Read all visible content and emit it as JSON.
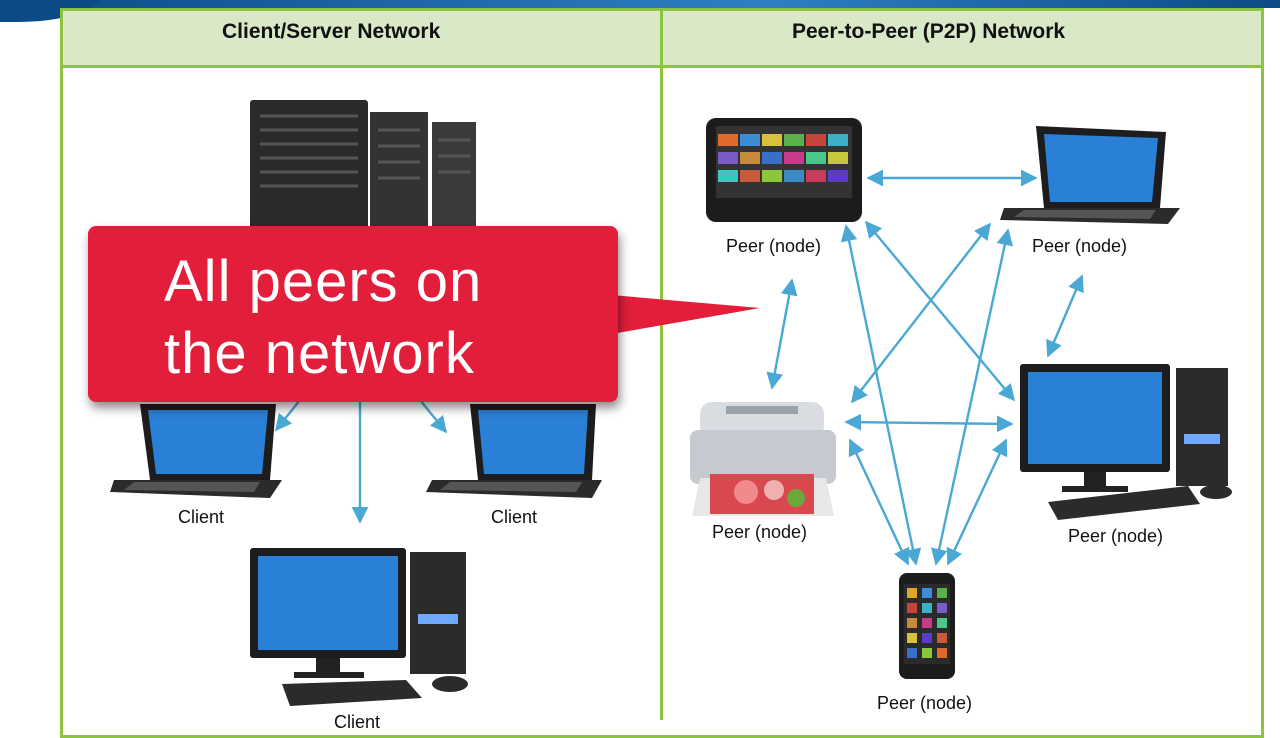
{
  "headers": {
    "left": "Client/Server  Network",
    "right": "Peer-to-Peer  (P2P)  Network"
  },
  "left_panel": {
    "client_labels": [
      "Client",
      "Client",
      "Client"
    ]
  },
  "right_panel": {
    "peer_labels": [
      "Peer (node)",
      "Peer (node)",
      "Peer (node)",
      "Peer (node)",
      "Peer (node)"
    ]
  },
  "callout": {
    "line1": "All peers on",
    "line2": "the network"
  },
  "colors": {
    "border_green": "#8cc43f",
    "header_fill": "#d9e8c7",
    "arrow_blue": "#4aa8d4",
    "callout_red": "#e31e3a"
  },
  "icons": [
    "server-rack-icon",
    "laptop-icon",
    "desktop-computer-icon",
    "tablet-icon",
    "printer-icon",
    "smartphone-icon"
  ]
}
